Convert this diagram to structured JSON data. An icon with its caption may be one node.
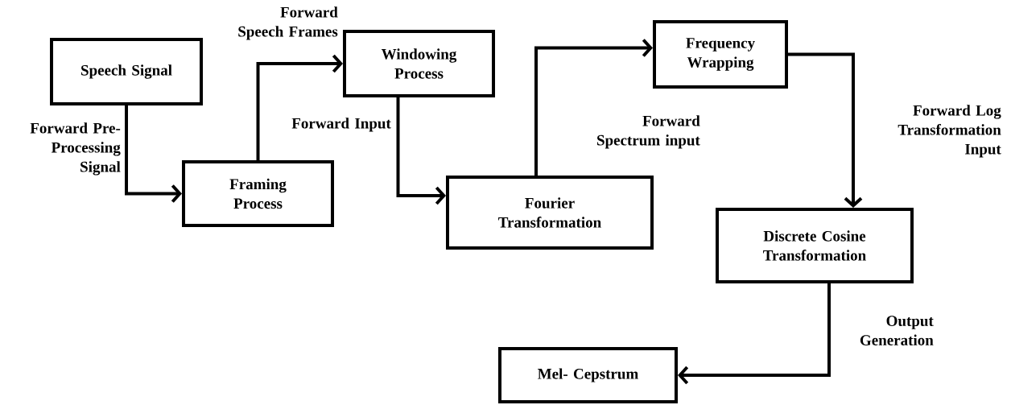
{
  "diagram": {
    "nodes": [
      {
        "text": [
          "Speech Signal"
        ]
      },
      {
        "text": [
          "Framing Process"
        ]
      },
      {
        "text": [
          "Windowing Process"
        ]
      },
      {
        "text": [
          "Fourier Transformation"
        ]
      },
      {
        "text": [
          "Frequency Wrapping"
        ]
      },
      {
        "text": [
          "Discrete Cosine Transformation"
        ]
      },
      {
        "text": [
          "Mel- Cepstrum"
        ]
      }
    ],
    "edges": [
      {
        "from": 0,
        "to": 1,
        "arrow": "to",
        "label": "Forward Pre-Processing Signal"
      },
      {
        "from": 1,
        "to": 2,
        "arrow": "to",
        "label": "Forward Speech Frames"
      },
      {
        "from": 2,
        "to": 3,
        "arrow": "to",
        "label": "Forward Input"
      },
      {
        "from": 3,
        "to": 4,
        "arrow": "to",
        "label": "Forward Spectrum input"
      },
      {
        "from": 4,
        "to": 5,
        "arrow": "to",
        "label": "Forward Log Transformation Input"
      },
      {
        "from": 5,
        "to": 6,
        "arrow": "to",
        "label": "Output Generation"
      }
    ]
  }
}
